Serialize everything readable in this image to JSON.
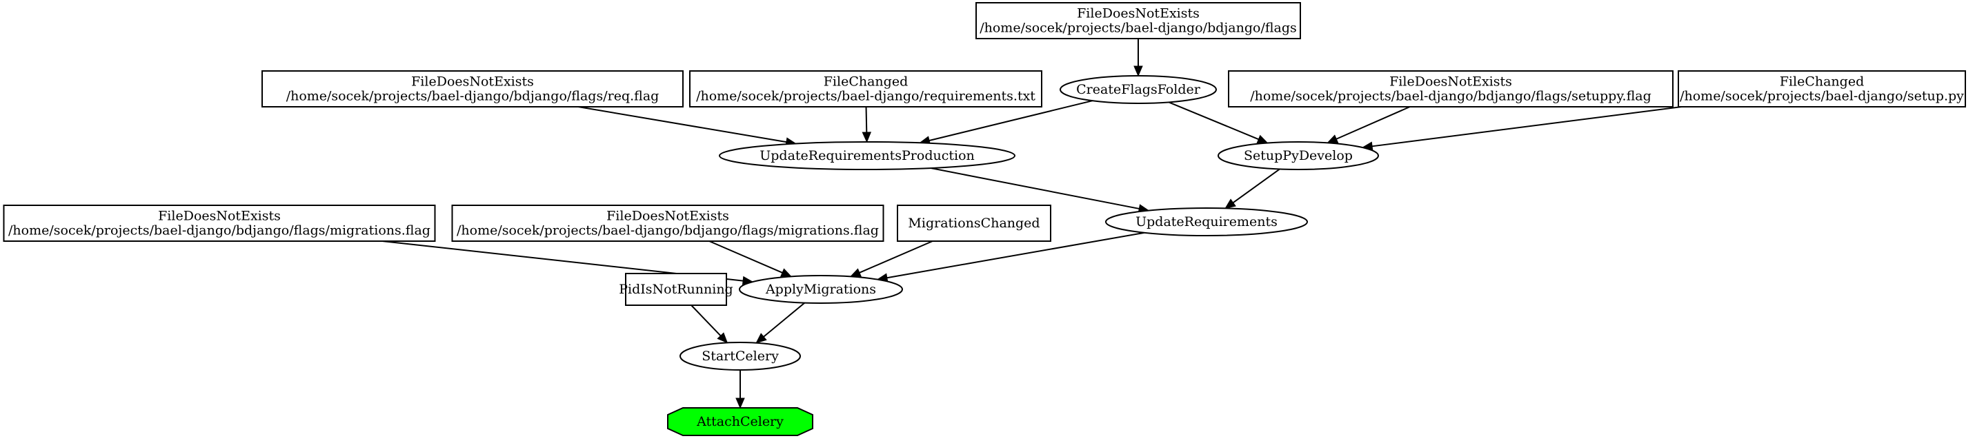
{
  "graph": {
    "nodes": [
      {
        "id": "n_flags",
        "shape": "box",
        "lines": [
          "FileDoesNotExists",
          "/home/socek/projects/bael-django/bdjango/flags"
        ]
      },
      {
        "id": "n_req_flag",
        "shape": "box",
        "lines": [
          "FileDoesNotExists",
          "/home/socek/projects/bael-django/bdjango/flags/req.flag"
        ]
      },
      {
        "id": "n_req_txt",
        "shape": "box",
        "lines": [
          "FileChanged",
          "/home/socek/projects/bael-django/requirements.txt"
        ]
      },
      {
        "id": "n_setuppy_flag",
        "shape": "box",
        "lines": [
          "FileDoesNotExists",
          "/home/socek/projects/bael-django/bdjango/flags/setuppy.flag"
        ]
      },
      {
        "id": "n_setup_py",
        "shape": "box",
        "lines": [
          "FileChanged",
          "/home/socek/projects/bael-django/setup.py"
        ]
      },
      {
        "id": "n_create_flags",
        "shape": "ellipse",
        "lines": [
          "CreateFlagsFolder"
        ]
      },
      {
        "id": "n_update_req_prod",
        "shape": "ellipse",
        "lines": [
          "UpdateRequirementsProduction"
        ]
      },
      {
        "id": "n_setuppy_develop",
        "shape": "ellipse",
        "lines": [
          "SetupPyDevelop"
        ]
      },
      {
        "id": "n_mig_flag_a",
        "shape": "box",
        "lines": [
          "FileDoesNotExists",
          "/home/socek/projects/bael-django/bdjango/flags/migrations.flag"
        ]
      },
      {
        "id": "n_mig_flag_b",
        "shape": "box",
        "lines": [
          "FileDoesNotExists",
          "/home/socek/projects/bael-django/bdjango/flags/migrations.flag"
        ]
      },
      {
        "id": "n_mig_changed",
        "shape": "box",
        "lines": [
          "MigrationsChanged"
        ]
      },
      {
        "id": "n_update_req",
        "shape": "ellipse",
        "lines": [
          "UpdateRequirements"
        ]
      },
      {
        "id": "n_pid",
        "shape": "box",
        "lines": [
          "PidIsNotRunning"
        ]
      },
      {
        "id": "n_apply_mig",
        "shape": "ellipse",
        "lines": [
          "ApplyMigrations"
        ]
      },
      {
        "id": "n_start_celery",
        "shape": "ellipse",
        "lines": [
          "StartCelery"
        ]
      },
      {
        "id": "n_attach_celery",
        "shape": "octagon",
        "fill": "#00ff00",
        "lines": [
          "AttachCelery"
        ]
      }
    ],
    "edges": [
      {
        "from": "n_flags",
        "to": "n_create_flags"
      },
      {
        "from": "n_req_flag",
        "to": "n_update_req_prod"
      },
      {
        "from": "n_req_txt",
        "to": "n_update_req_prod"
      },
      {
        "from": "n_create_flags",
        "to": "n_update_req_prod"
      },
      {
        "from": "n_create_flags",
        "to": "n_setuppy_develop"
      },
      {
        "from": "n_setuppy_flag",
        "to": "n_setuppy_develop"
      },
      {
        "from": "n_setup_py",
        "to": "n_setuppy_develop"
      },
      {
        "from": "n_update_req_prod",
        "to": "n_update_req"
      },
      {
        "from": "n_setuppy_develop",
        "to": "n_update_req"
      },
      {
        "from": "n_mig_flag_a",
        "to": "n_apply_mig"
      },
      {
        "from": "n_mig_flag_b",
        "to": "n_apply_mig"
      },
      {
        "from": "n_mig_changed",
        "to": "n_apply_mig"
      },
      {
        "from": "n_update_req",
        "to": "n_apply_mig"
      },
      {
        "from": "n_pid",
        "to": "n_start_celery"
      },
      {
        "from": "n_apply_mig",
        "to": "n_start_celery"
      },
      {
        "from": "n_start_celery",
        "to": "n_attach_celery"
      }
    ]
  }
}
